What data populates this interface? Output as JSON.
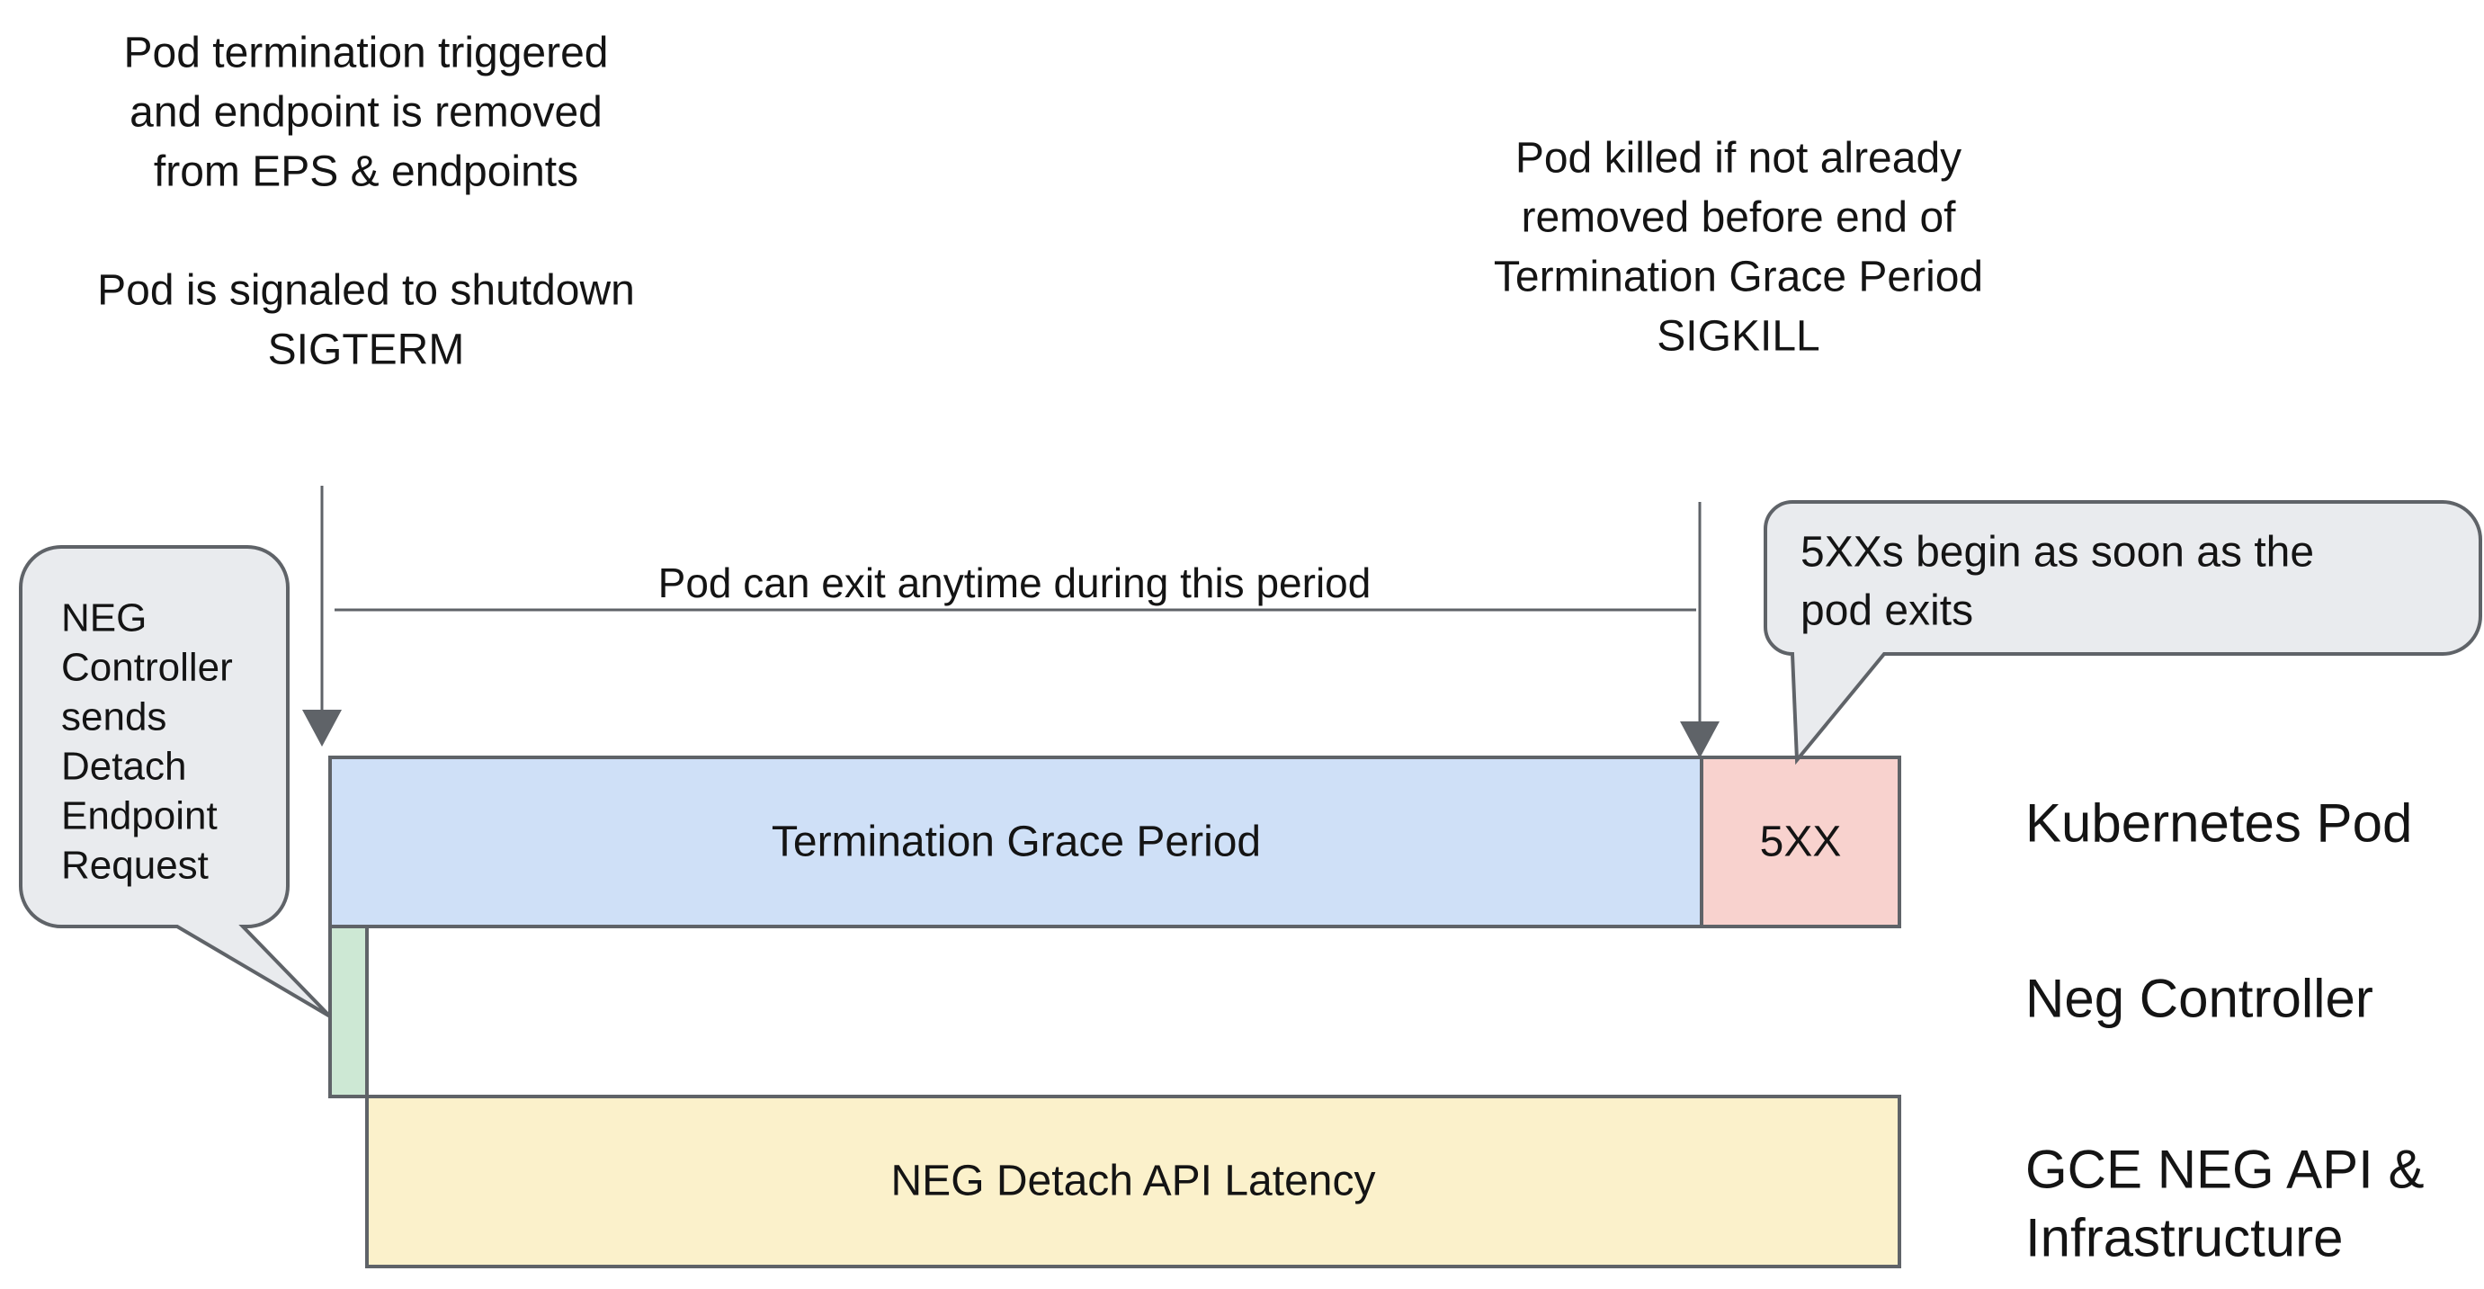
{
  "colors": {
    "bar_blue": "#cfe0f7",
    "bar_red": "#f8d2ce",
    "bar_green": "#cde8d4",
    "bar_yellow": "#fbf1cb",
    "bubble_gray": "#e9ebee",
    "stroke_gray": "#5f6368",
    "text": "#141414"
  },
  "annotations": {
    "pod_termination": {
      "lines": [
        "Pod termination triggered",
        "and endpoint is removed",
        "from EPS & endpoints",
        "",
        "Pod is signaled to shutdown",
        "SIGTERM"
      ]
    },
    "pod_killed": {
      "lines": [
        "Pod killed if not already",
        "removed before end of",
        "Termination Grace Period",
        "SIGKILL"
      ]
    },
    "exit_period_label": "Pod can exit anytime during this period"
  },
  "bubbles": {
    "neg_controller": {
      "lines": [
        "NEG",
        "Controller",
        "sends",
        "Detach",
        "Endpoint",
        "Request"
      ]
    },
    "five_xx": {
      "lines": [
        "5XXs begin as soon as the",
        "pod exits"
      ]
    }
  },
  "bars": {
    "termination_grace_period": {
      "label": "Termination Grace Period"
    },
    "five_xx": {
      "label": "5XX"
    },
    "neg_detach_latency": {
      "label": "NEG Detach API Latency"
    }
  },
  "lanes": {
    "kubernetes_pod": {
      "label": "Kubernetes Pod"
    },
    "neg_controller": {
      "label": "Neg Controller"
    },
    "gce_neg_api": {
      "label_line1": "GCE NEG API &",
      "label_line2": "Infrastructure"
    }
  }
}
